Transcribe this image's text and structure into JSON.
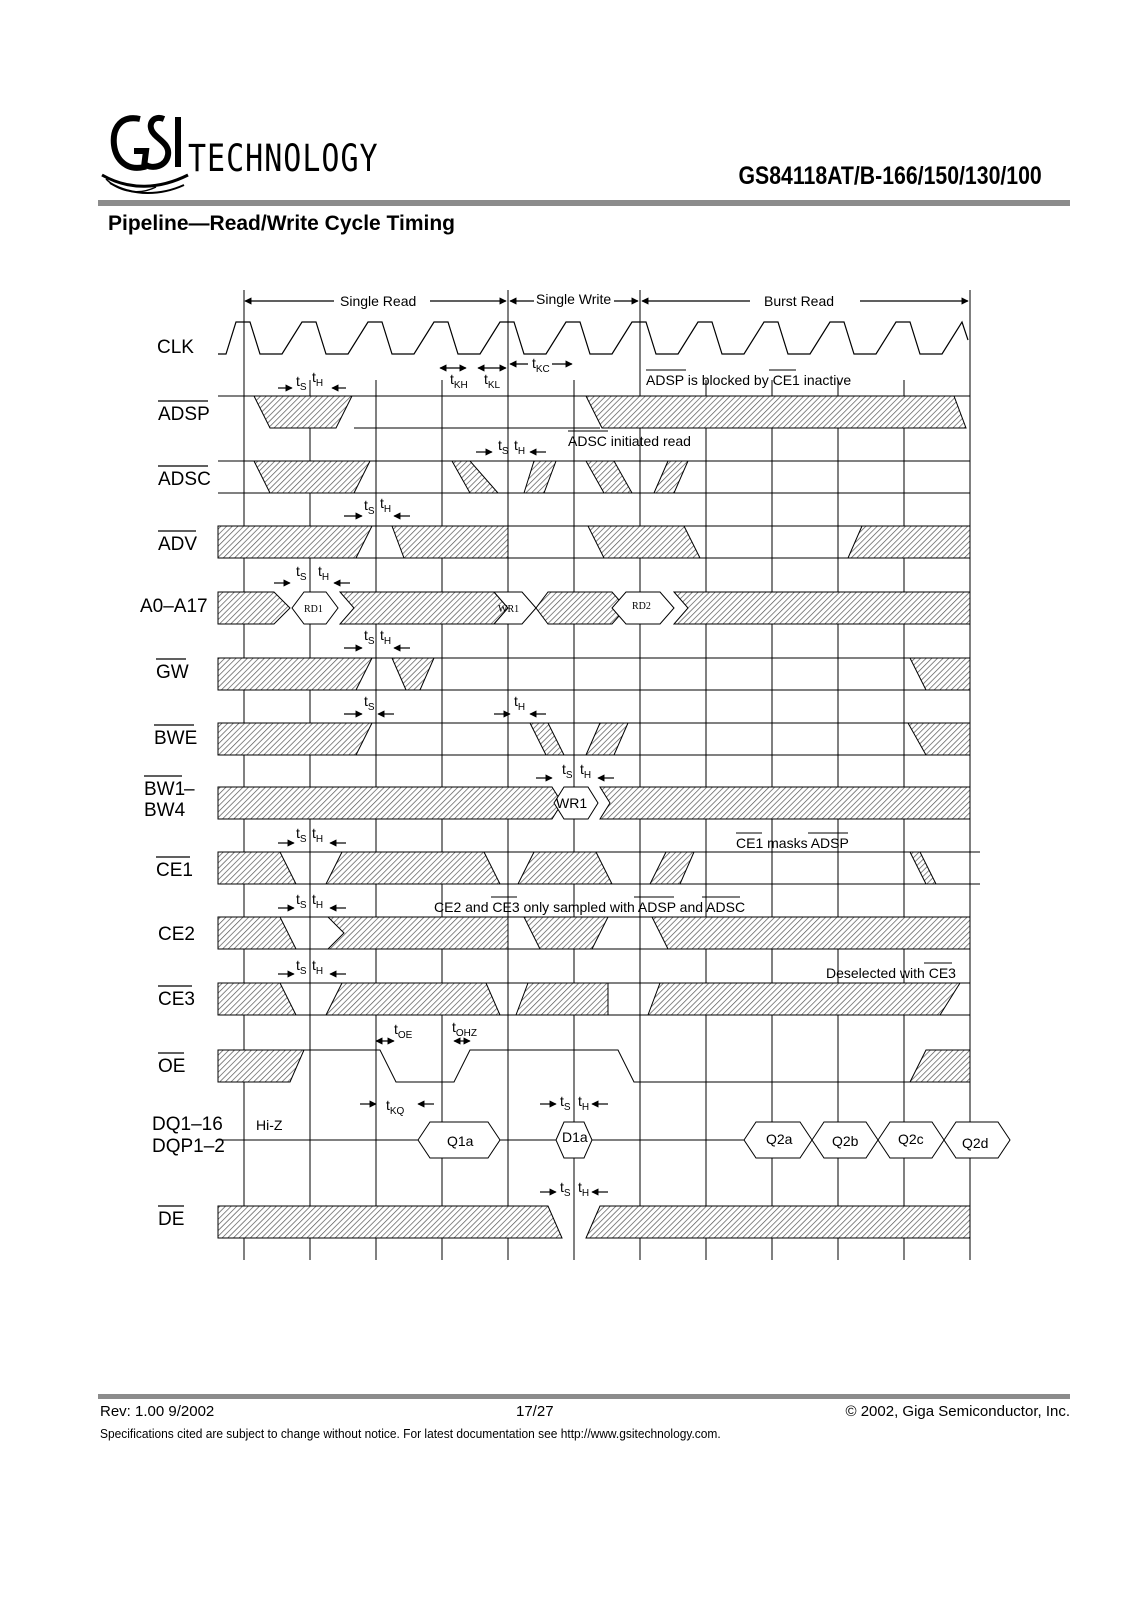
{
  "header": {
    "logo_text": "TECHNOLOGY",
    "part_number": "GS84118AT/B-166/150/130/100"
  },
  "section_title": "Pipeline—Read/Write Cycle Timing",
  "diagram": {
    "phases": [
      "Single Read",
      "Single Write",
      "Burst Read"
    ],
    "signals": {
      "clk": "CLK",
      "adsp": "ADSP",
      "adsc": "ADSC",
      "adv": "ADV",
      "addr": "A0–A17",
      "gw": "GW",
      "bwe": "BWE",
      "bw_top": "BW1",
      "bw_dash": "–",
      "bw_bottom": "BW4",
      "ce1": "CE1",
      "ce2": "CE2",
      "ce3": "CE3",
      "oe": "OE",
      "dq_top": "DQ1–16",
      "dq_bottom": "DQP1–2",
      "de": "DE"
    },
    "timing": {
      "t": "t",
      "s": "S",
      "h": "H",
      "kh": "KH",
      "kl": "KL",
      "kc": "KC",
      "oe": "OE",
      "ohz": "OHZ",
      "kq": "KQ"
    },
    "notes": {
      "adsp_blocked_a": "ADSP",
      "adsp_blocked_b": " is blocked by ",
      "adsp_blocked_c": "CE1",
      "adsp_blocked_d": " inactive",
      "adsc_initiated_a": "ADSC",
      "adsc_initiated_b": " initiated read",
      "ce1_masks_a": "CE1",
      "ce1_masks_b": " masks ",
      "ce1_masks_c": "ADSP",
      "ce_sampled_a": "CE2 and ",
      "ce_sampled_b": "CE3",
      "ce_sampled_c": " only sampled with ",
      "ce_sampled_d": "ADSP",
      "ce_sampled_e": " and ",
      "ce_sampled_f": "ADSC",
      "deselect_a": "Deselected with ",
      "deselect_b": "CE3",
      "hiz": "Hi-Z"
    },
    "addr_values": [
      "RD1",
      "WR1",
      "RD2"
    ],
    "bw_value": "WR1",
    "dq_values": [
      "Q1a",
      "D1a",
      "Q2a",
      "Q2b",
      "Q2c",
      "Q2d"
    ]
  },
  "footer": {
    "rev": "Rev: 1.00  9/2002",
    "page": "17/27",
    "copyright": "© 2002, Giga Semiconductor, Inc.",
    "note": "Specifications cited are subject to change without notice. For latest documentation see http://www.gsitechnology.com."
  }
}
